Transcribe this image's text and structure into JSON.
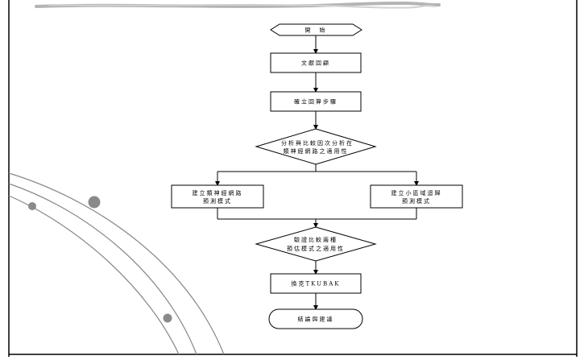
{
  "flowchart": {
    "start": "開　始",
    "literature_review": "文獻回顧",
    "establish_steps": "確立回算步驟",
    "analyze_compare": [
      "分析與比較因次分析在",
      "類神經網路之適用性"
    ],
    "nn_model": [
      "建立類神經網路",
      "預測模式"
    ],
    "regional_model": [
      "建立小區域迴歸",
      "預測模式"
    ],
    "verify_compare": [
      "驗證比較兩種",
      "預估模式之適用性"
    ],
    "tkubak": "換克TKUBAK",
    "conclusion": "結論與建議"
  }
}
